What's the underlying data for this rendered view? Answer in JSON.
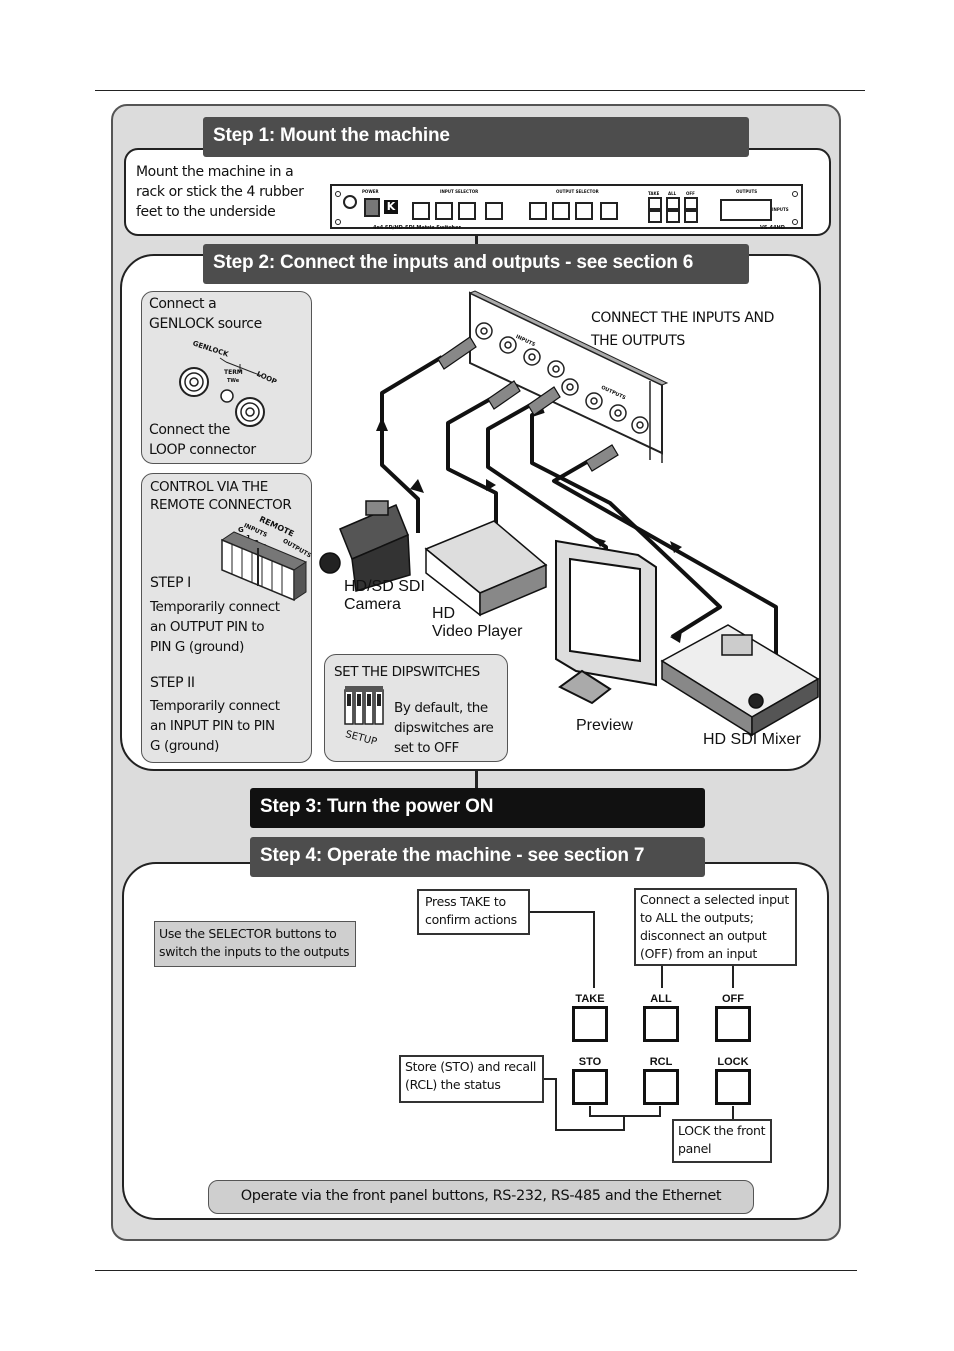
{
  "step1": {
    "title": "Step 1: Mount the machine",
    "text": [
      "Mount the machine in a",
      "rack or stick the 4 rubber",
      "feet to the underside"
    ],
    "device": {
      "power": "POWER",
      "input_selector": "INPUT SELECTOR",
      "output_selector": "OUTPUT SELECTOR",
      "outputs": "OUTPUTS",
      "inputs": "INPUTS",
      "take": "TAKE",
      "all": "ALL",
      "off": "OFF",
      "model_desc": "4x4 SD/HD-SDI Matrix Switcher",
      "model": "VS-44HD"
    }
  },
  "step2": {
    "title": "Step 2: Connect the inputs and outputs - see section 6",
    "genlock": {
      "heading": [
        "Connect a",
        "GENLOCK source"
      ],
      "labels": {
        "genlock": "GENLOCK",
        "term": "TERM",
        "loop": "LOOP",
        "twe": "TWe"
      },
      "loop_text": [
        "Connect the",
        "LOOP connector"
      ]
    },
    "remote": {
      "heading": [
        "CONTROL VIA THE",
        "REMOTE CONNECTOR"
      ],
      "labels": {
        "remote": "REMOTE",
        "inputs": "INPUTS",
        "outputs": "OUTPUTS",
        "g": "G",
        "pins": [
          "1",
          "2",
          "3",
          "4"
        ]
      },
      "step1_title": "STEP I",
      "step1_text": [
        "Temporarily connect",
        "an OUTPUT PIN to",
        "PIN G (ground)"
      ],
      "step2_title": "STEP II",
      "step2_text": [
        "Temporarily connect",
        "an INPUT PIN to PIN",
        "G (ground)"
      ]
    },
    "dipswitch": {
      "heading": "SET THE DIPSWITCHES",
      "setup": "SETUP",
      "text": [
        "By default, the",
        "dipswitches are",
        "set to OFF"
      ]
    },
    "connect_text": [
      "CONNECT THE INPUTS AND",
      "THE OUTPUTS"
    ],
    "rear_labels": {
      "inputs": "INPUTS",
      "outputs": "OUTPUTS"
    },
    "camera_label": [
      "HD/SD SDI",
      "Camera"
    ],
    "player_label": [
      "HD",
      "Video Player"
    ],
    "preview_label": "Preview",
    "mixer_label": "HD SDI Mixer"
  },
  "step3": {
    "title": "Step 3: Turn the power ON"
  },
  "step4": {
    "title": "Step 4: Operate the machine - see section 7",
    "selector_note": [
      "Use the SELECTOR buttons to",
      "switch the inputs to the outputs"
    ],
    "take_note": [
      "Press TAKE to",
      "confirm actions"
    ],
    "all_note": [
      "Connect a selected input",
      "to ALL the outputs;",
      "disconnect an output",
      "(OFF) from an input"
    ],
    "sto_note": [
      "Store (STO) and recall",
      "(RCL) the status"
    ],
    "lock_note": [
      "LOCK the front",
      "panel"
    ],
    "buttons": {
      "take": "TAKE",
      "all": "ALL",
      "off": "OFF",
      "sto": "STO",
      "rcl": "RCL",
      "lock": "LOCK"
    },
    "footer": "Operate via the front panel buttons, RS-232, RS-485 and the Ethernet"
  }
}
